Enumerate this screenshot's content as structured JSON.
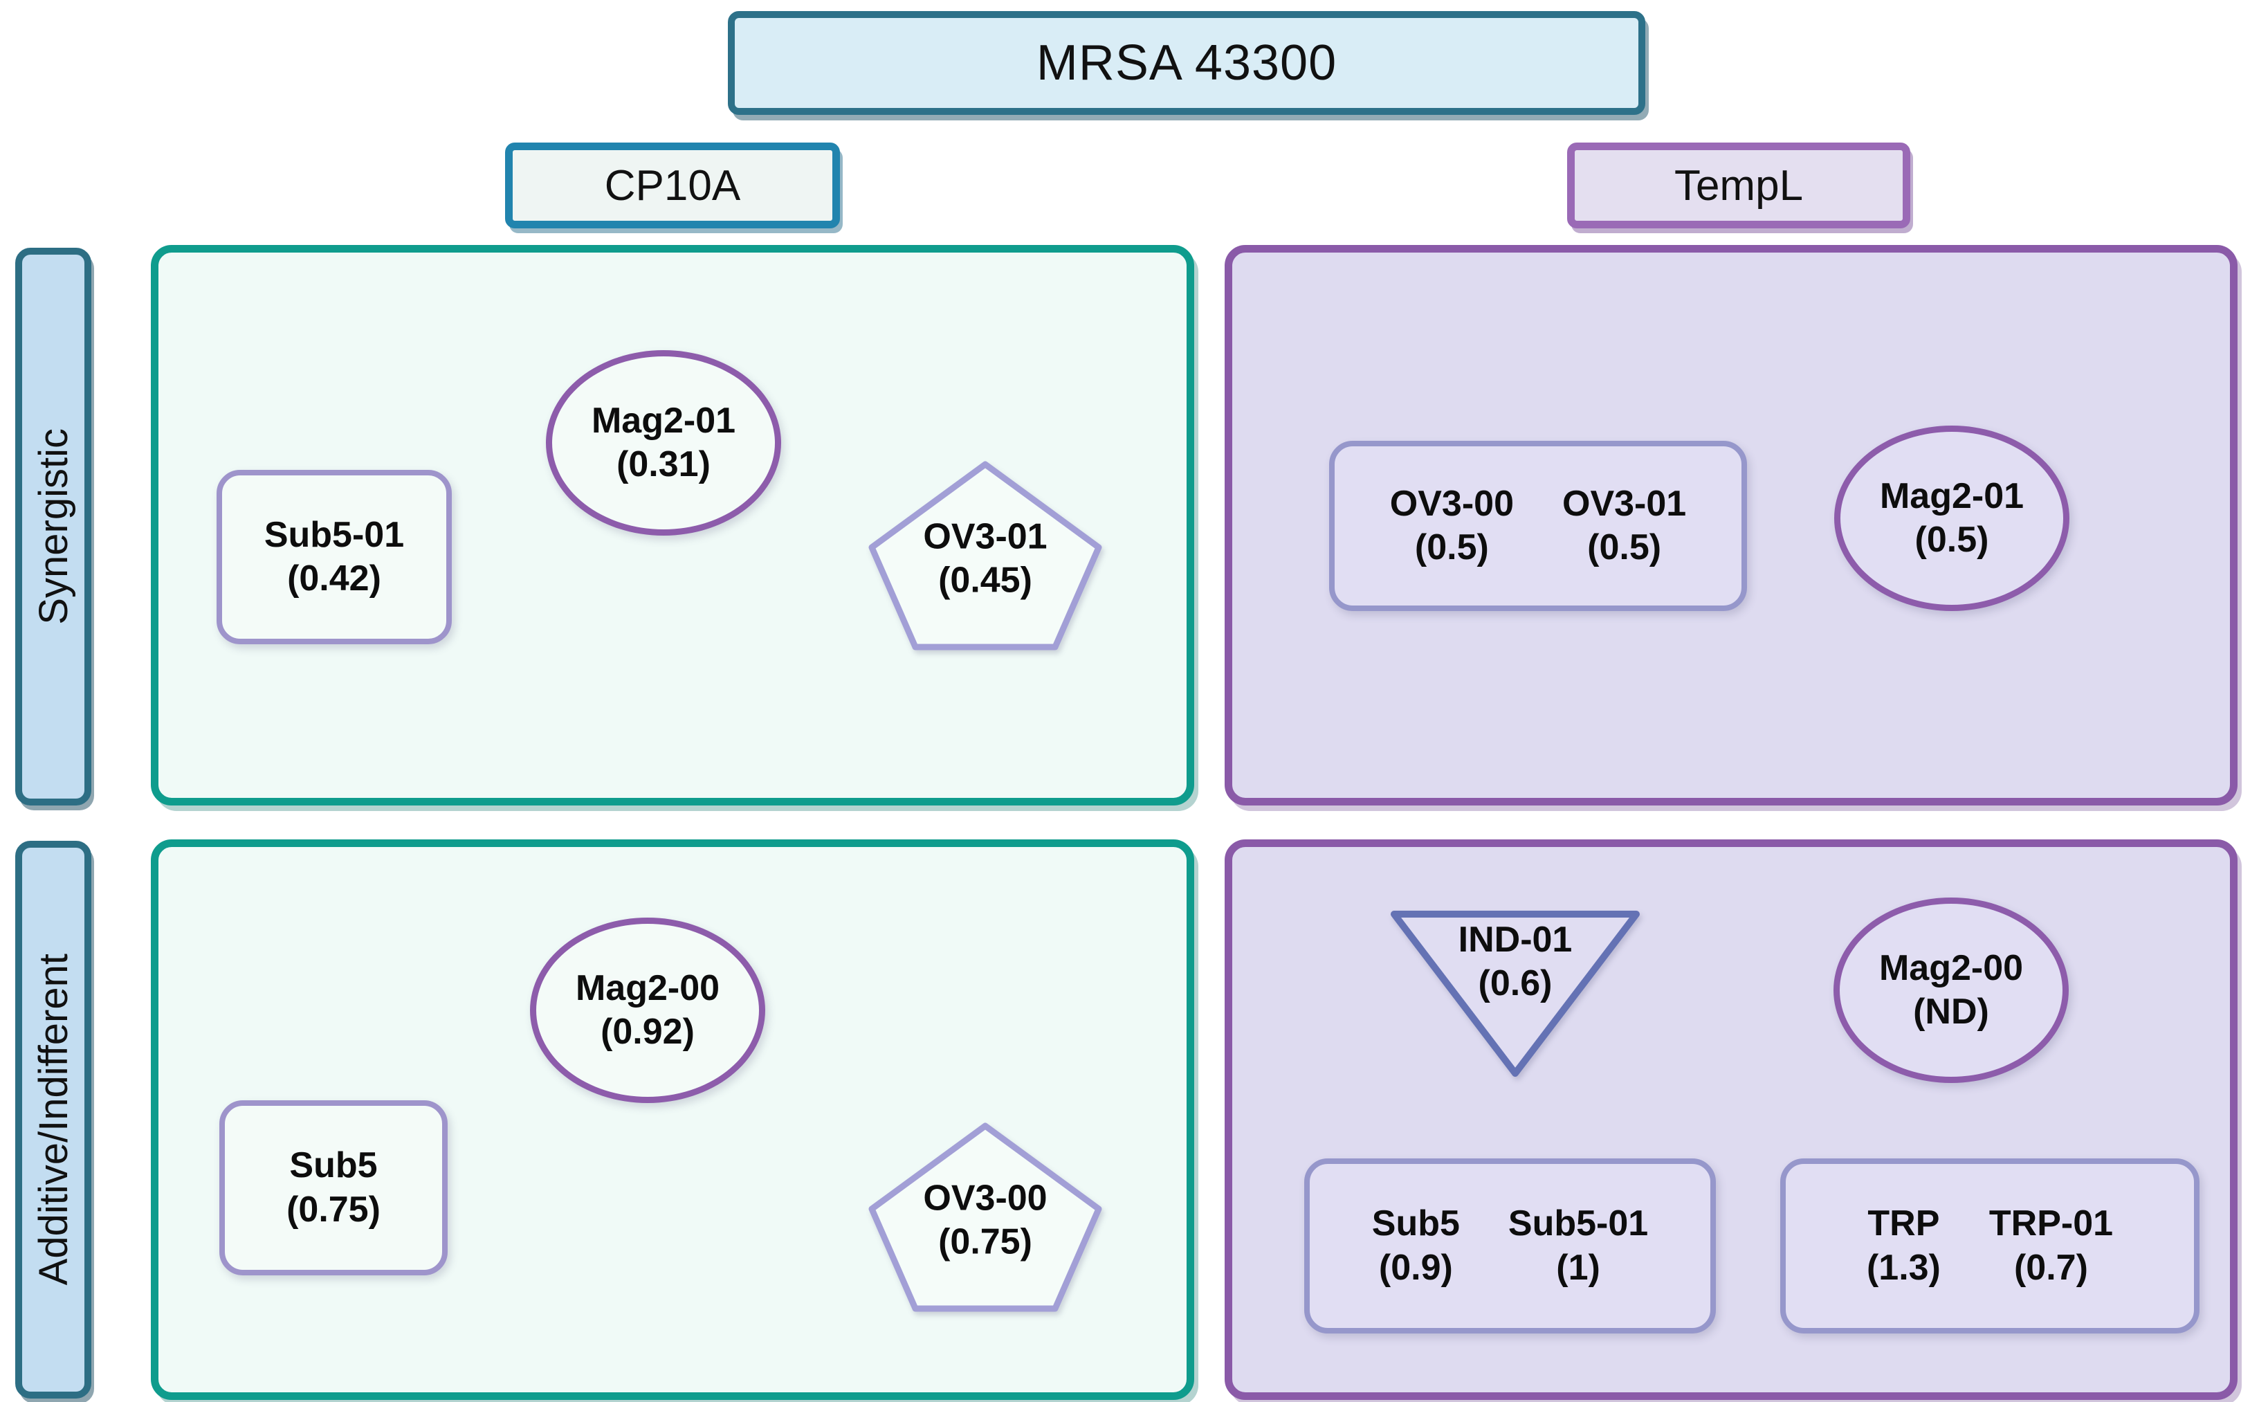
{
  "title": "MRSA 43300",
  "columns": {
    "cp10a": {
      "label": "CP10A"
    },
    "templ": {
      "label": "TempL"
    }
  },
  "rows": {
    "synergistic": {
      "label": "Synergistic"
    },
    "additive": {
      "label": "Additive/Indifferent"
    }
  },
  "nodes": {
    "tl_rect": {
      "shape": "rounded-rect",
      "name": "Sub5-01",
      "value": "(0.42)"
    },
    "tl_ellipse": {
      "shape": "ellipse",
      "name": "Mag2-01",
      "value": "(0.31)"
    },
    "tl_pentagon": {
      "shape": "pentagon",
      "name": "OV3-01",
      "value": "(0.45)"
    },
    "tr_rect_a": {
      "shape": "rounded-rect",
      "name": "OV3-00",
      "value": "(0.5)"
    },
    "tr_rect_b": {
      "shape": "rounded-rect",
      "name": "OV3-01",
      "value": "(0.5)"
    },
    "tr_ellipse": {
      "shape": "ellipse",
      "name": "Mag2-01",
      "value": "(0.5)"
    },
    "bl_ellipse": {
      "shape": "ellipse",
      "name": "Mag2-00",
      "value": "(0.92)"
    },
    "bl_rect": {
      "shape": "rounded-rect",
      "name": "Sub5",
      "value": "(0.75)"
    },
    "bl_pentagon": {
      "shape": "pentagon",
      "name": "OV3-00",
      "value": "(0.75)"
    },
    "br_triangle": {
      "shape": "triangle-down",
      "name": "IND-01",
      "value": "(0.6)"
    },
    "br_ellipse": {
      "shape": "ellipse",
      "name": "Mag2-00",
      "value": "(ND)"
    },
    "br_rect1_a": {
      "shape": "rounded-rect",
      "name": "Sub5",
      "value": "(0.9)"
    },
    "br_rect1_b": {
      "shape": "rounded-rect",
      "name": "Sub5-01",
      "value": "(1)"
    },
    "br_rect2_a": {
      "shape": "rounded-rect",
      "name": "TRP",
      "value": "(1.3)"
    },
    "br_rect2_b": {
      "shape": "rounded-rect",
      "name": "TRP-01",
      "value": "(0.7)"
    }
  },
  "colors": {
    "strain_fill": "#d9edf6",
    "strain_border": "#2d7189",
    "cp10a_fill": "#eff5f3",
    "cp10a_border": "#2184ae",
    "templ_fill": "#e4dff0",
    "templ_border": "#9a6ab6",
    "row_label_fill": "#c3ddf1",
    "row_label_border": "#2d6e84",
    "teal_quadrant_fill": "#f0faf7",
    "teal_quadrant_border": "#0f9c8d",
    "purple_quadrant_fill": "#dedbf0",
    "purple_quadrant_border": "#8a5aa8",
    "ellipse_border": "#8d5cab",
    "rect_border_left": "#9e94cb",
    "rect_border_right": "#9697cb",
    "pentagon_border": "#a29fd6",
    "triangle_border": "#6472b4"
  }
}
